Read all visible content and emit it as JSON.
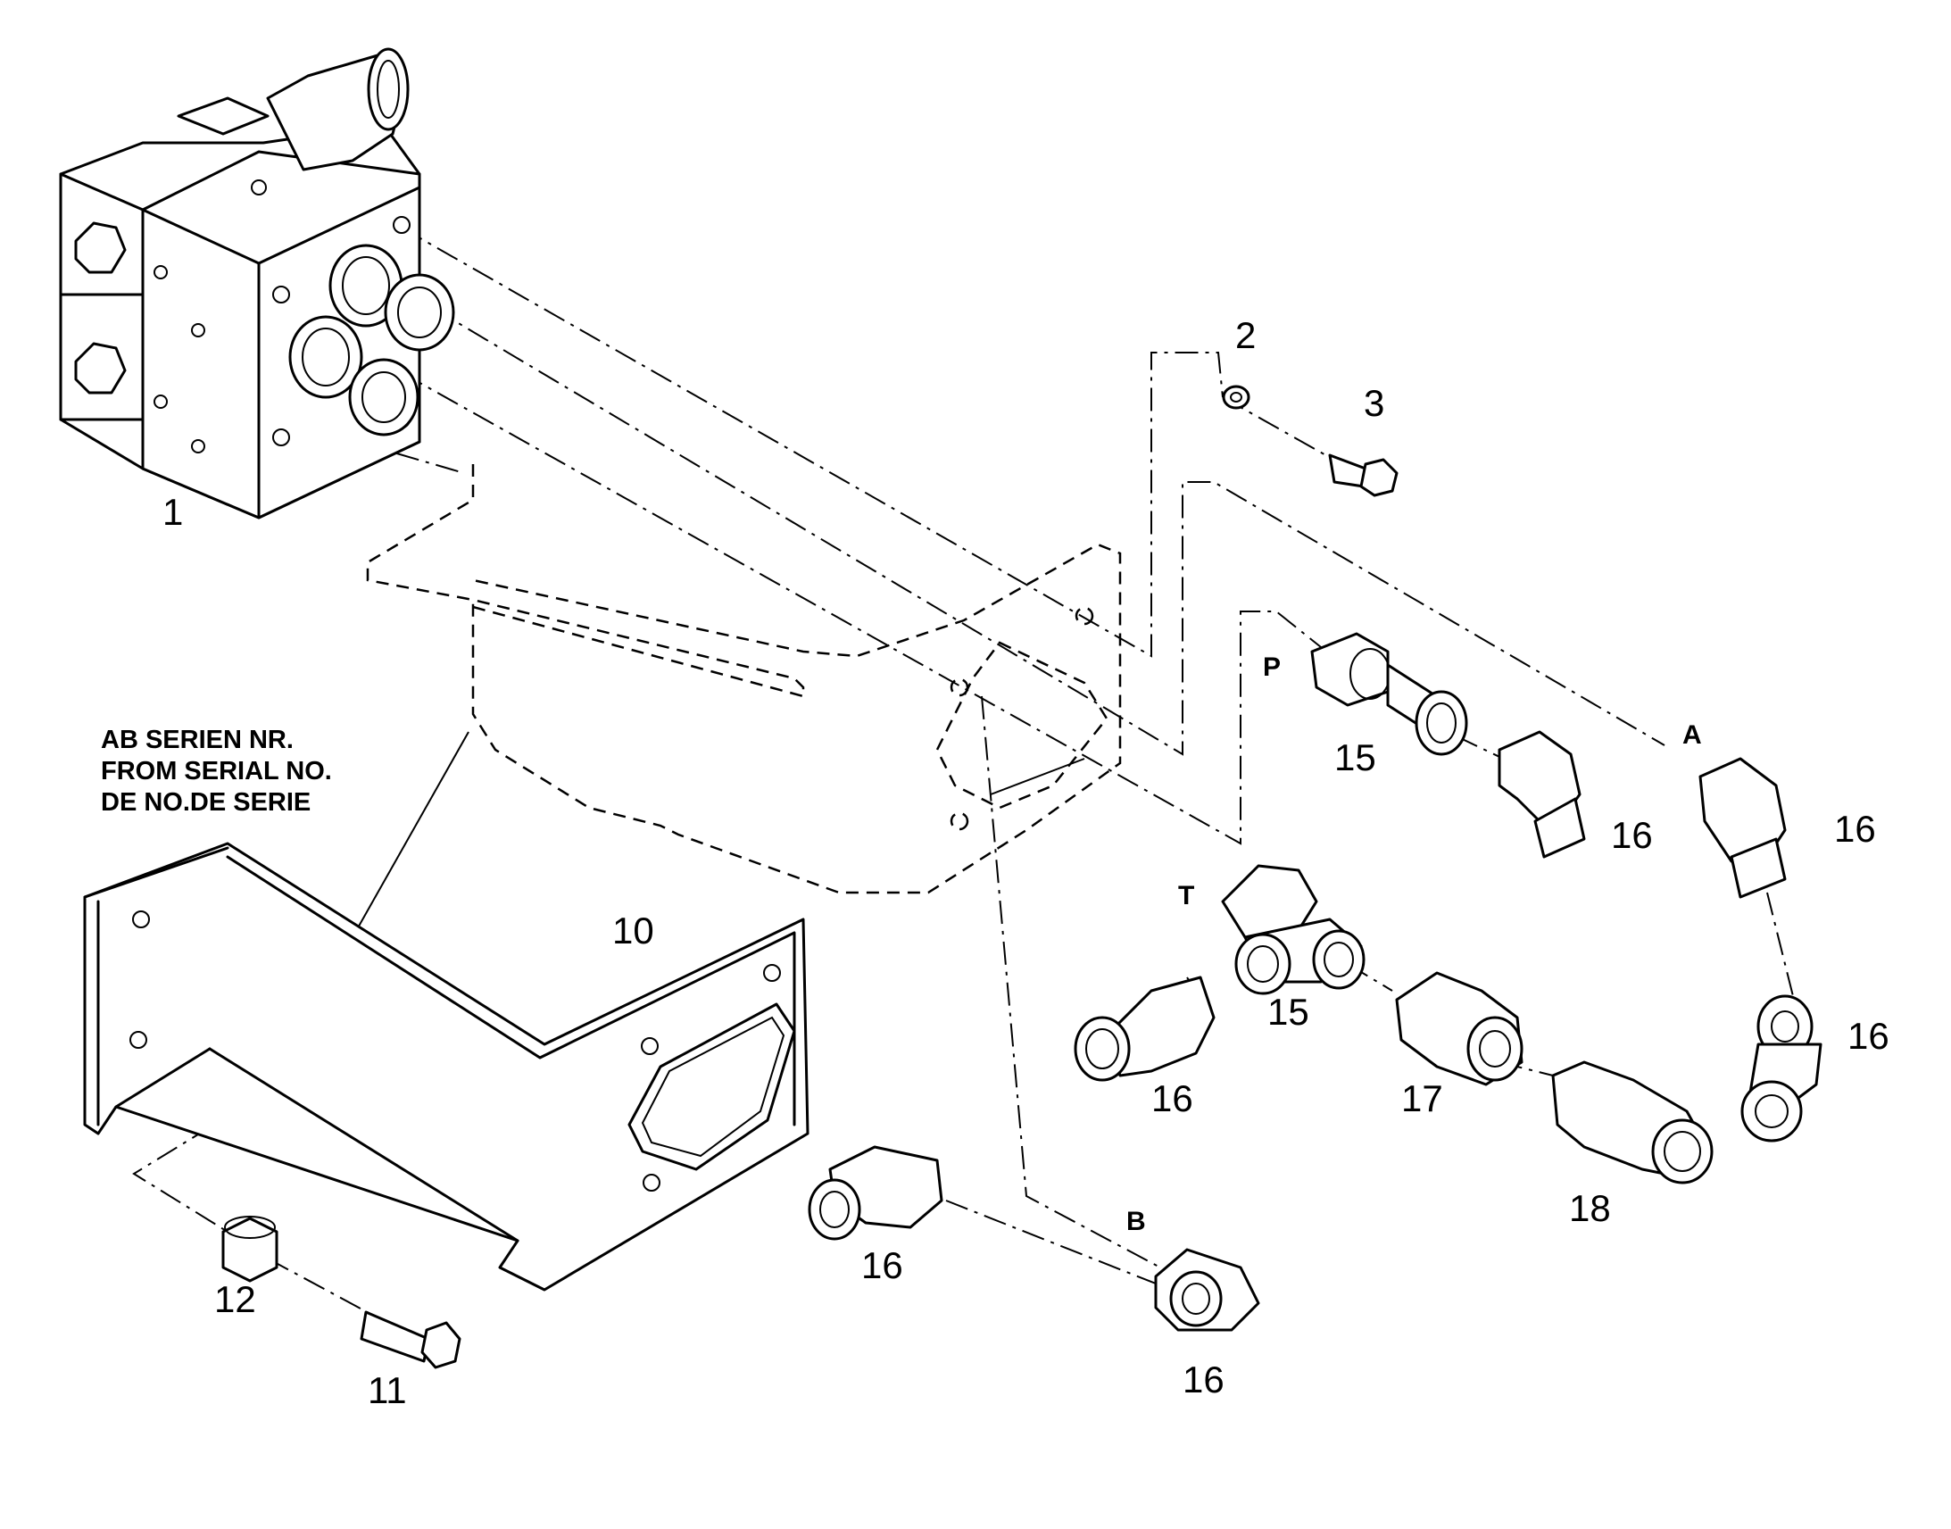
{
  "diagram": {
    "note_lines": [
      "AB SERIEN NR.",
      "FROM SERIAL NO.",
      "DE NO.DE SERIE"
    ],
    "parts": {
      "p1": "1",
      "p2": "2",
      "p3": "3",
      "p10": "10",
      "p11": "11",
      "p12": "12",
      "p15a": "15",
      "p15b": "15",
      "p16a": "16",
      "p16b": "16",
      "p16c": "16",
      "p16d": "16",
      "p16e": "16",
      "p16f": "16",
      "p17": "17",
      "p18": "18"
    },
    "ports": {
      "P": "P",
      "T": "T",
      "A": "A",
      "B": "B"
    }
  }
}
